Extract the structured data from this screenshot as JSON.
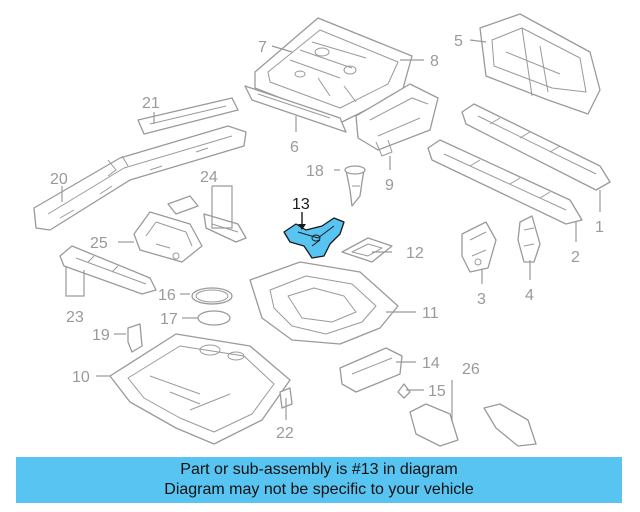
{
  "diagram": {
    "highlight_color": "#58c4f2",
    "callouts": {
      "c1": "1",
      "c2": "2",
      "c3": "3",
      "c4": "4",
      "c5": "5",
      "c6": "6",
      "c7": "7",
      "c8": "8",
      "c9": "9",
      "c10": "10",
      "c11": "11",
      "c12": "12",
      "c13": "13",
      "c14": "14",
      "c15": "15",
      "c16": "16",
      "c17": "17",
      "c18": "18",
      "c19": "19",
      "c20": "20",
      "c21": "21",
      "c22": "22",
      "c23": "23",
      "c24": "24",
      "c25": "25",
      "c26": "26"
    }
  },
  "banner": {
    "background": "#58c4f2",
    "line1": "Part or sub-assembly is #13 in diagram",
    "line2": "Diagram may not be specific to your vehicle"
  }
}
